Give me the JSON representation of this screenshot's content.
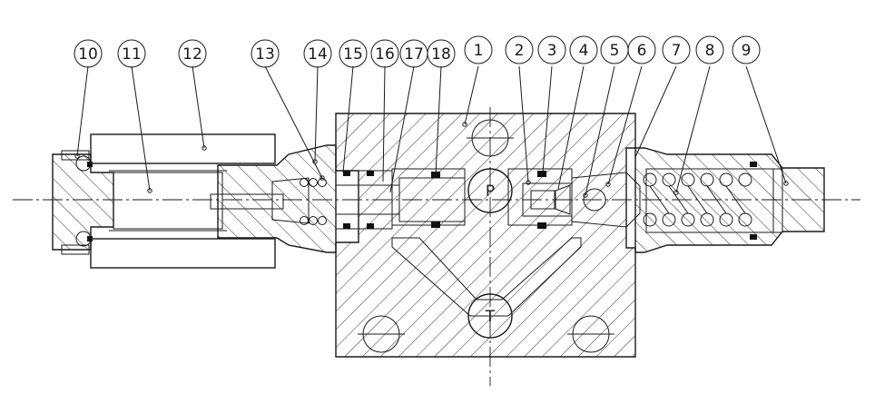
{
  "callouts": [
    {
      "label": "10"
    },
    {
      "label": "11"
    },
    {
      "label": "12"
    },
    {
      "label": "13"
    },
    {
      "label": "14"
    },
    {
      "label": "15"
    },
    {
      "label": "16"
    },
    {
      "label": "17"
    },
    {
      "label": "18"
    },
    {
      "label": "1"
    },
    {
      "label": "2"
    },
    {
      "label": "3"
    },
    {
      "label": "4"
    },
    {
      "label": "5"
    },
    {
      "label": "6"
    },
    {
      "label": "7"
    },
    {
      "label": "8"
    },
    {
      "label": "9"
    }
  ],
  "ports": {
    "pressure": "P",
    "tank": "T"
  },
  "colors": {
    "ink": "#1a1a1a",
    "background": "#ffffff"
  }
}
